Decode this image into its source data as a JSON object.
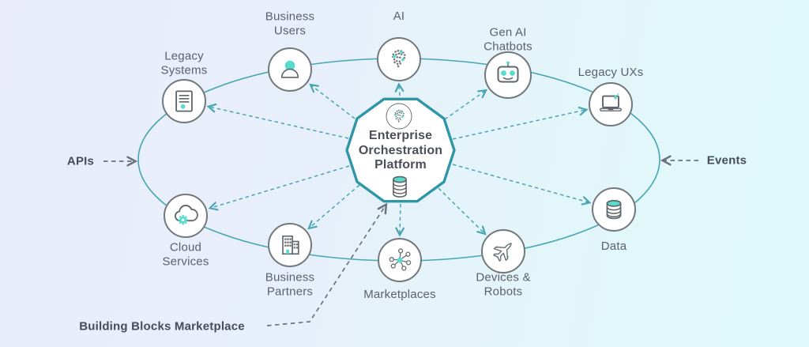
{
  "title": "Enterprise Orchestration Platform ecosystem diagram",
  "center": {
    "label": "Enterprise\nOrchestration\nPlatform",
    "icons": [
      "ai-brain-icon",
      "database-icon"
    ]
  },
  "nodes": [
    {
      "id": "legacy-systems",
      "label": "Legacy\nSystems",
      "icon": "document-icon"
    },
    {
      "id": "business-users",
      "label": "Business\nUsers",
      "icon": "user-icon"
    },
    {
      "id": "ai",
      "label": "AI",
      "icon": "ai-brain-icon"
    },
    {
      "id": "gen-ai-chatbots",
      "label": "Gen AI\nChatbots",
      "icon": "robot-icon"
    },
    {
      "id": "legacy-uxs",
      "label": "Legacy UXs",
      "icon": "laptop-icon"
    },
    {
      "id": "data",
      "label": "Data",
      "icon": "database-icon"
    },
    {
      "id": "devices-robots",
      "label": "Devices &\nRobots",
      "icon": "plane-icon"
    },
    {
      "id": "marketplaces",
      "label": "Marketplaces",
      "icon": "network-hub-icon"
    },
    {
      "id": "business-partners",
      "label": "Business\nPartners",
      "icon": "building-icon"
    },
    {
      "id": "cloud-services",
      "label": "Cloud\nServices",
      "icon": "cloud-gear-icon"
    }
  ],
  "external_labels": {
    "apis": "APIs",
    "events": "Events",
    "building_blocks": "Building Blocks Marketplace"
  },
  "colors": {
    "decagon_border": "#2f96a7",
    "connector_teal": "#47a5b4",
    "accent_mint": "#57dbcd",
    "icon_stroke": "#5f6569",
    "gray_arrow": "#6a717e",
    "label_text": "#5b616b",
    "bold_text": "#474d58",
    "bg_left": "#e9ebf9",
    "bg_right": "#defafa"
  }
}
